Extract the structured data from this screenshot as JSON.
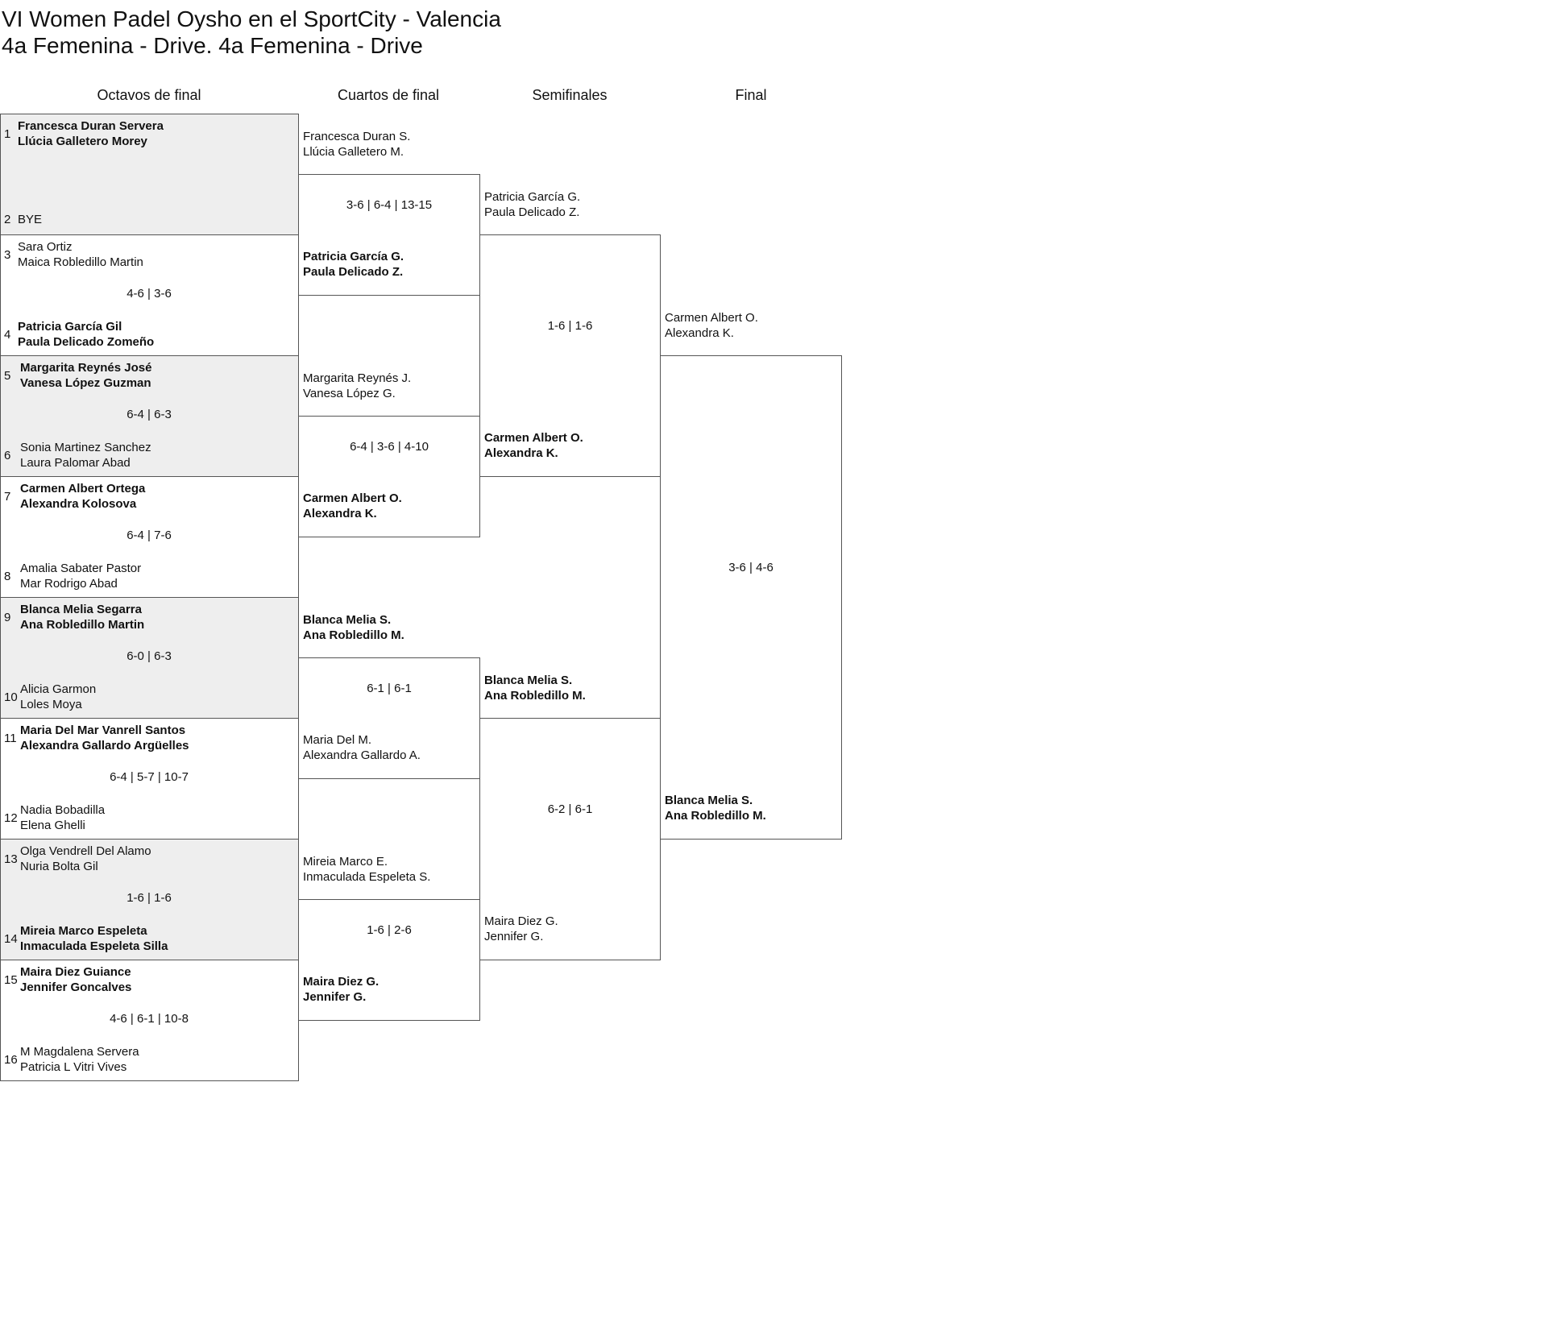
{
  "title": "VI Women Padel Oysho en el SportCity - Valencia",
  "subtitle": "4a Femenina - Drive. 4a Femenina - Drive",
  "rounds": [
    {
      "label": "Octavos de final",
      "matches": [
        {
          "score": "",
          "top": {
            "seed": "1",
            "players": [
              "Francesca Duran Servera",
              "Llúcia Galletero Morey"
            ],
            "winner": true
          },
          "bottom": {
            "seed": "2",
            "players": [
              "BYE"
            ],
            "winner": false
          }
        },
        {
          "score": "4-6 | 3-6",
          "top": {
            "seed": "3",
            "players": [
              "Sara Ortiz",
              "Maica Robledillo Martin"
            ],
            "winner": false
          },
          "bottom": {
            "seed": "4",
            "players": [
              "Patricia García Gil",
              "Paula Delicado Zomeño"
            ],
            "winner": true
          }
        },
        {
          "score": "6-4 | 6-3",
          "top": {
            "seed": "5",
            "players": [
              "Margarita Reynés José",
              "Vanesa López Guzman"
            ],
            "winner": true
          },
          "bottom": {
            "seed": "6",
            "players": [
              "Sonia Martinez Sanchez",
              "Laura Palomar Abad"
            ],
            "winner": false
          }
        },
        {
          "score": "6-4 | 7-6",
          "top": {
            "seed": "7",
            "players": [
              "Carmen Albert Ortega",
              "Alexandra Kolosova"
            ],
            "winner": true
          },
          "bottom": {
            "seed": "8",
            "players": [
              "Amalia Sabater Pastor",
              "Mar Rodrigo Abad"
            ],
            "winner": false
          }
        },
        {
          "score": "6-0 | 6-3",
          "top": {
            "seed": "9",
            "players": [
              "Blanca Melia Segarra",
              "Ana Robledillo Martin"
            ],
            "winner": true
          },
          "bottom": {
            "seed": "10",
            "players": [
              "Alicia Garmon",
              "Loles Moya"
            ],
            "winner": false
          }
        },
        {
          "score": "6-4 | 5-7 | 10-7",
          "top": {
            "seed": "11",
            "players": [
              "Maria Del Mar Vanrell Santos",
              "Alexandra Gallardo Argüelles"
            ],
            "winner": true
          },
          "bottom": {
            "seed": "12",
            "players": [
              "Nadia Bobadilla",
              "Elena Ghelli"
            ],
            "winner": false
          }
        },
        {
          "score": "1-6 | 1-6",
          "top": {
            "seed": "13",
            "players": [
              "Olga Vendrell Del Alamo",
              "Nuria Bolta Gil"
            ],
            "winner": false
          },
          "bottom": {
            "seed": "14",
            "players": [
              "Mireia Marco Espeleta",
              "Inmaculada Espeleta Silla"
            ],
            "winner": true
          }
        },
        {
          "score": "4-6 | 6-1 | 10-8",
          "top": {
            "seed": "15",
            "players": [
              "Maira Diez Guiance",
              "Jennifer Goncalves"
            ],
            "winner": true
          },
          "bottom": {
            "seed": "16",
            "players": [
              "M Magdalena Servera",
              "Patricia L Vitri Vives"
            ],
            "winner": false
          }
        }
      ]
    },
    {
      "label": "Cuartos de final",
      "matches": [
        {
          "score": "3-6 | 6-4 | 13-15",
          "top": {
            "players": [
              "Francesca Duran S.",
              "Llúcia Galletero M."
            ],
            "winner": false
          },
          "bottom": {
            "players": [
              "Patricia García G.",
              "Paula Delicado Z."
            ],
            "winner": true
          }
        },
        {
          "score": "6-4 | 3-6 | 4-10",
          "top": {
            "players": [
              "Margarita Reynés J.",
              "Vanesa López G."
            ],
            "winner": false
          },
          "bottom": {
            "players": [
              "Carmen Albert O.",
              "Alexandra K."
            ],
            "winner": true
          }
        },
        {
          "score": "6-1 | 6-1",
          "top": {
            "players": [
              "Blanca Melia S.",
              "Ana Robledillo M."
            ],
            "winner": true
          },
          "bottom": {
            "players": [
              "Maria Del M.",
              "Alexandra Gallardo A."
            ],
            "winner": false
          }
        },
        {
          "score": "1-6 | 2-6",
          "top": {
            "players": [
              "Mireia Marco E.",
              "Inmaculada Espeleta S."
            ],
            "winner": false
          },
          "bottom": {
            "players": [
              "Maira Diez G.",
              "Jennifer G."
            ],
            "winner": true
          }
        }
      ]
    },
    {
      "label": "Semifinales",
      "matches": [
        {
          "score": "1-6 | 1-6",
          "top": {
            "players": [
              "Patricia García G.",
              "Paula Delicado Z."
            ],
            "winner": false
          },
          "bottom": {
            "players": [
              "Carmen Albert O.",
              "Alexandra K."
            ],
            "winner": true
          }
        },
        {
          "score": "6-2 | 6-1",
          "top": {
            "players": [
              "Blanca Melia S.",
              "Ana Robledillo M."
            ],
            "winner": true
          },
          "bottom": {
            "players": [
              "Maira Diez G.",
              "Jennifer G."
            ],
            "winner": false
          }
        }
      ]
    },
    {
      "label": "Final",
      "matches": [
        {
          "score": "3-6 | 4-6",
          "top": {
            "players": [
              "Carmen Albert O.",
              "Alexandra K."
            ],
            "winner": false
          },
          "bottom": {
            "players": [
              "Blanca Melia S.",
              "Ana Robledillo M."
            ],
            "winner": true
          }
        }
      ]
    }
  ]
}
